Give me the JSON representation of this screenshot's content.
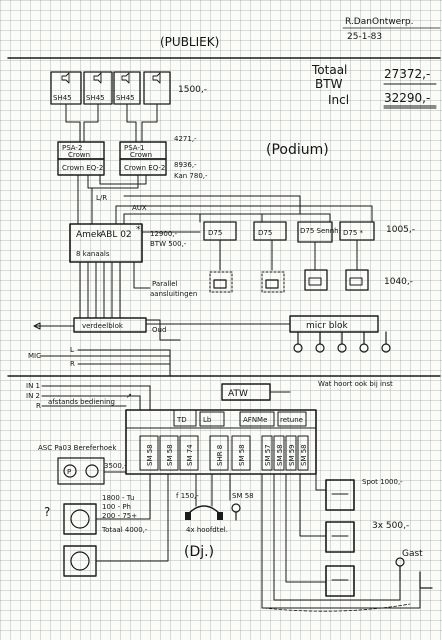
{
  "header": {
    "author": "R.Dan",
    "title": "Ontwerp.",
    "date": "25-1-83",
    "section": "(PUBLIEK)",
    "stage": "(Podium)"
  },
  "totals": {
    "total_label": "Totaal",
    "vat_label": "BTW",
    "incl_label": "Incl",
    "total_value": "27372,-",
    "incl_value": "32290,-"
  },
  "speakers": {
    "labels": [
      "SH45",
      "SH45",
      "SH45",
      ""
    ],
    "price": "1500,-"
  },
  "amps": {
    "amp2_label": "PSA-2",
    "amp1_label": "PSA-1",
    "brand": "Crown",
    "eq2_label": "Crown EQ-2",
    "eq1_label": "Crown EQ-2",
    "price_a": "4271,-",
    "price_b": "8936,-",
    "price_c": "Kan 780,-",
    "lr_label": "L/R"
  },
  "mixer": {
    "brand_line1": "Amek",
    "brand_line2": "ABL 02",
    "channels": "8 kanaals",
    "price_a": "12900,-",
    "price_b": "BTW 500,-",
    "aux_label": "AUX",
    "parallel_label": "Parallel",
    "parallel_sub": "aansluitingen"
  },
  "di_boxes": {
    "labels": [
      "D75",
      "D75",
      "D75 Sennh.",
      "D75 *"
    ],
    "price_top": "1005,-",
    "price_bottom": "1040,-"
  },
  "stage_box": {
    "label": "verdeelblok",
    "mic_label": "micr blok",
    "out_label": "Oud"
  },
  "inputs": {
    "mic": "MIC",
    "line_l": "L",
    "line_r": "R",
    "in1": "IN 1",
    "in2": "IN 2",
    "r_label": "R",
    "source_note": "afstands bediening",
    "atw_label": "ATW",
    "note_right": "Wat hoort ook bij inst"
  },
  "console": {
    "left_label": "TD",
    "sub_labels": [
      "TD",
      "Lb",
      "AFNMe",
      "retune"
    ],
    "slots": [
      "SM 58",
      "SM 58",
      "SM 74",
      "SHR 8",
      "SM 58",
      "SM 57",
      "SM 58",
      "SM 59",
      "SM 58"
    ]
  },
  "dj": {
    "label": "(Dj.)",
    "mic_price_1": "f 150,-",
    "mic_price_2": "SM 58",
    "phones_label": "4x hoofdtel.",
    "deck_note": "ASC Pa03 Bereferhoek",
    "deck_price": "3500,-",
    "turntable_note_1": "1800 - Tu",
    "turntable_note_2": "100 - Ph",
    "turntable_note_3": "200 - 75+",
    "turntable_total": "Totaal 4000,-",
    "question": "?"
  },
  "right_side": {
    "rack_price_1": "Spot 1000,-",
    "rack_price_2": "3x 500,-",
    "guest_label": "Gast"
  }
}
